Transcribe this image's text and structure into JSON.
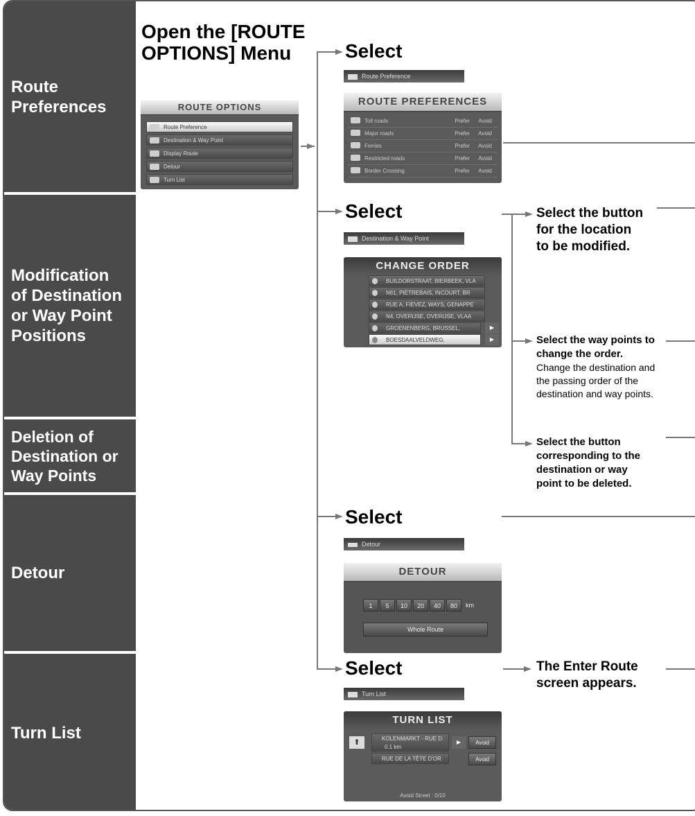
{
  "sidebar": [
    {
      "label": "Route Preferences"
    },
    {
      "label": "Modification of Destination or Way Point Positions"
    },
    {
      "label": "Deletion of Destination or Way Points"
    },
    {
      "label": "Detour"
    },
    {
      "label": "Turn List"
    }
  ],
  "step1": {
    "heading": "Open the [ROUTE OPTIONS] Menu"
  },
  "route_options_screen": {
    "title": "ROUTE OPTIONS",
    "items": [
      "Route Preference",
      "Destination & Way Point",
      "Display Route",
      "Detour",
      "Turn List"
    ]
  },
  "route_pref_select": {
    "heading": "Select",
    "button": "Route Preference",
    "screen_title": "ROUTE PREFERENCES",
    "rows": [
      {
        "label": "Toll roads",
        "prefer": "Prefer",
        "avoid": "Avoid"
      },
      {
        "label": "Major roads",
        "prefer": "Prefer",
        "avoid": "Avoid"
      },
      {
        "label": "Ferries",
        "prefer": "Prefer",
        "avoid": "Avoid"
      },
      {
        "label": "Restricted roads",
        "prefer": "Prefer",
        "avoid": "Avoid"
      },
      {
        "label": "Border Crossing",
        "prefer": "Prefer",
        "avoid": "Avoid"
      }
    ]
  },
  "dest_select": {
    "heading": "Select",
    "button": "Destination & Way Point",
    "screen_title": "CHANGE ORDER",
    "rows": [
      "BUILDORSTRAAT, BIERBEEK, VLA",
      "N61, PIÉTREBAIS, INCOURT, BR",
      "RUE A. FIEVEZ, WAYS, GENAPPE",
      "N4, OVERIJSE, OVERIJSE, VLAA",
      "GROENENBERG, BRUSSEL, BRUSS",
      "BOESDAALVELDWEG, ALSEMBERG,"
    ]
  },
  "dest_notes": {
    "note1": "Select the button for the location to be modified.",
    "note2_bold": "Select the way points to change the order.",
    "note2_detail": "Change the destination and the passing order of the destination and way points.",
    "note3": "Select the button corresponding to the destination or way point to be deleted."
  },
  "detour_select": {
    "heading": "Select",
    "button": "Detour",
    "screen_title": "DETOUR",
    "distances": [
      "1",
      "5",
      "10",
      "20",
      "40",
      "80"
    ],
    "unit": "km",
    "whole_route": "Whole Route"
  },
  "turn_select": {
    "heading": "Select",
    "button": "Turn List",
    "screen_title": "TURN LIST",
    "rows": [
      {
        "street": "KOLENMARKT - RUE D.",
        "distance": "0.1 km",
        "avoid": "Avoid"
      },
      {
        "street": "RUE DE LA TÊTE D'OR",
        "avoid": "Avoid"
      }
    ],
    "footer": "Avoid Street :  0/10"
  },
  "turn_note": "The Enter Route screen appears."
}
